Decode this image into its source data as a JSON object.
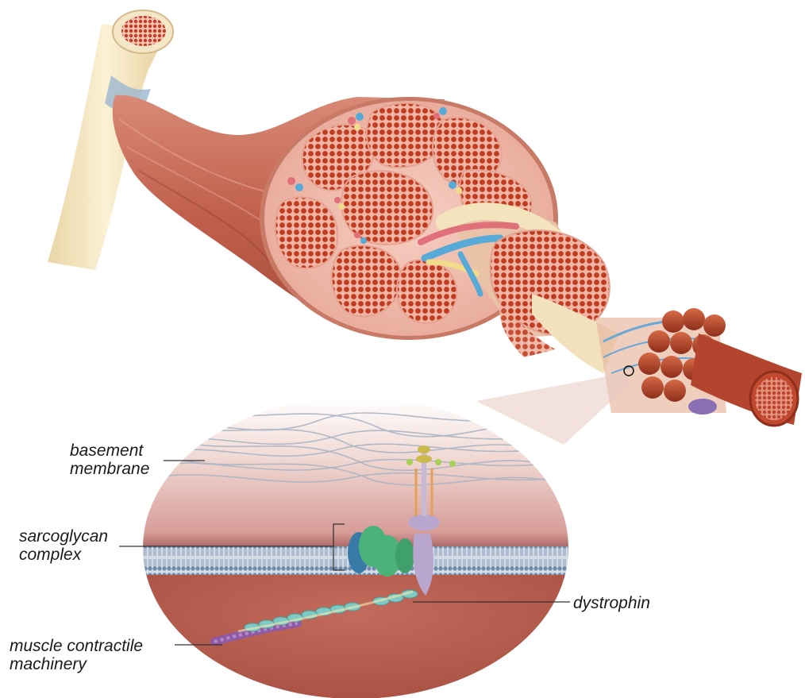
{
  "labels": {
    "basement_membrane": [
      "basement",
      "membrane"
    ],
    "sarcoglycan_complex": [
      "sarcoglycan",
      "complex"
    ],
    "dystrophin": "dystrophin",
    "muscle_contractile_machinery": [
      "muscle contractile",
      "machinery"
    ]
  },
  "colors": {
    "muscle": "#c4624f",
    "muscle_dark": "#9c3f31",
    "fiber_dot": "#c0391f",
    "fascicle_bg": "#f2c2b4",
    "tendon": "#f3e4bd",
    "artery": "#e0707a",
    "vein": "#57a9d6",
    "nerve": "#f0dc8a",
    "cell_interior": "#b65a4c",
    "membrane_head": "#6f8aa8",
    "sarcoglycan_green": "#4bb37a",
    "sarcoglycan_blue": "#3a7aa6",
    "dystroglycan": "#b8a6cf",
    "dystrophin_chain": "#7ec9c4",
    "actin": "#8f5aa5"
  }
}
